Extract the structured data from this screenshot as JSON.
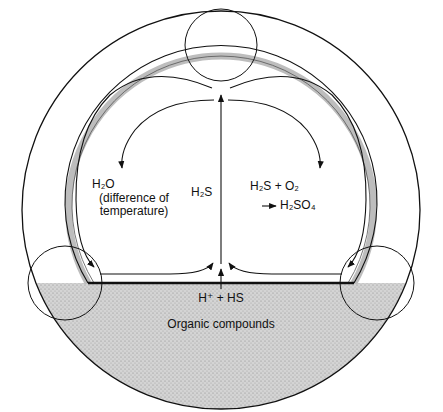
{
  "diagram": {
    "labels": [
      "H₂O",
      "(difference of temperature)",
      "H₂S",
      "H₂S + O₂",
      "H₂SO₄",
      "H⁺ + HS",
      "Organic compounds"
    ]
  }
}
